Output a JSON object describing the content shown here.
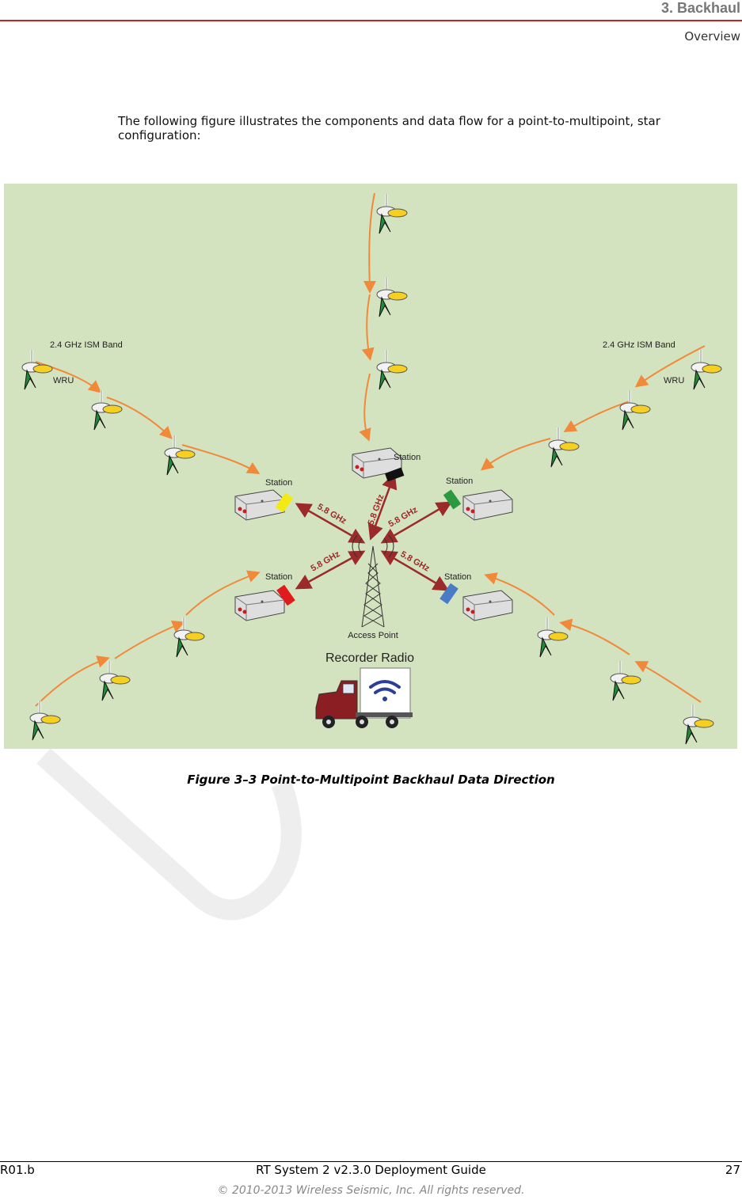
{
  "header": {
    "chapter": "3. Backhaul",
    "section": "Overview"
  },
  "intro": "The following figure illustrates the components and data flow for a point-to-multipoint, star configuration:",
  "figure": {
    "labels": {
      "band_left": "2.4 GHz ISM Band",
      "band_right": "2.4 GHz ISM Band",
      "wru_left": "WRU",
      "wru_right": "WRU",
      "station": "Station",
      "freq": "5.8 GHz",
      "access_point": "Access Point",
      "recorder_radio": "Recorder Radio"
    },
    "colors": {
      "background": "#d4e3bf",
      "wru_link": "#f08a3a",
      "backhaul_link": "#9b2a2a",
      "station_black": "#111111",
      "station_yellow": "#f3ea12",
      "station_green": "#2a9a3e",
      "station_red": "#e11b1b",
      "station_blue": "#4a7bc7",
      "truck_cab": "#8b1e22"
    },
    "caption": "Figure 3–3  Point-to-Multipoint Backhaul Data Direction"
  },
  "footer": {
    "revision": "R01.b",
    "title": "RT System 2 v2.3.0 Deployment Guide",
    "page": "27",
    "copyright": "© 2010-2013 Wireless Seismic, Inc. All rights reserved."
  }
}
